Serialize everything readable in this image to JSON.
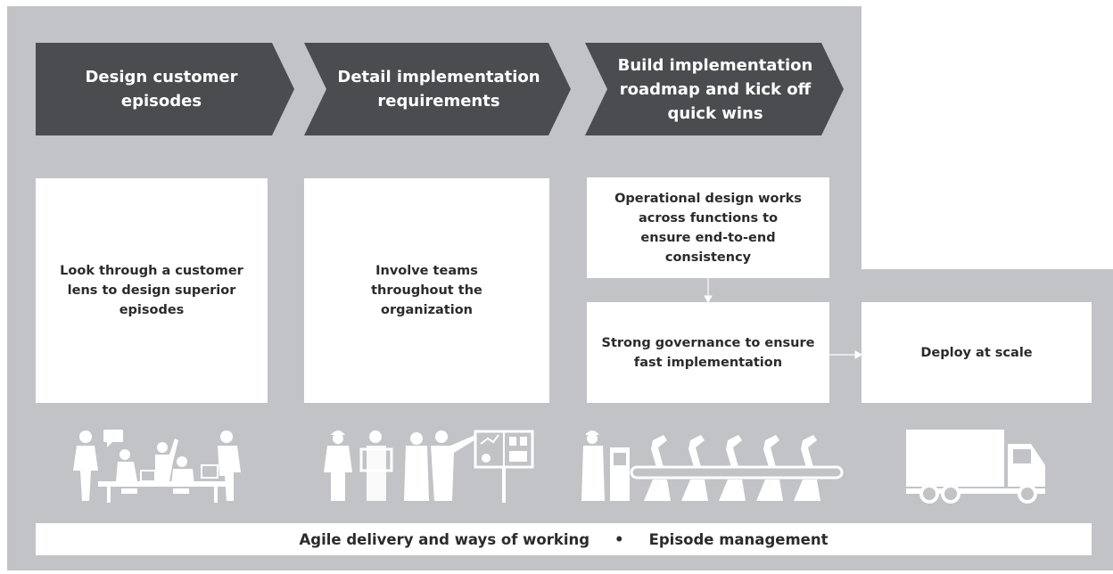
{
  "phases": [
    {
      "label": "Design customer episodes"
    },
    {
      "label": "Detail implementation requirements"
    },
    {
      "label": "Build implementation roadmap and kick off quick wins"
    }
  ],
  "cards": {
    "customer_lens": "Look through a customer lens to design superior episodes",
    "involve_teams": "Involve teams throughout the organization",
    "operational_design": "Operational design works across functions to ensure end-to-end consistency",
    "strong_governance": "Strong governance to ensure fast implementation",
    "deploy": "Deploy at scale"
  },
  "icons": [
    "team-meeting-icon",
    "workers-presenting-icon",
    "robotic-production-line-icon",
    "delivery-truck-icon"
  ],
  "footer": {
    "left": "Agile delivery and ways of working",
    "separator": "•",
    "right": "Episode management"
  },
  "colors": {
    "background_panel": "#c1c3c7",
    "chevron": "#4b4c4f",
    "card": "#ffffff",
    "text_dark": "#2b2b2b",
    "icon_white": "#ffffff"
  }
}
